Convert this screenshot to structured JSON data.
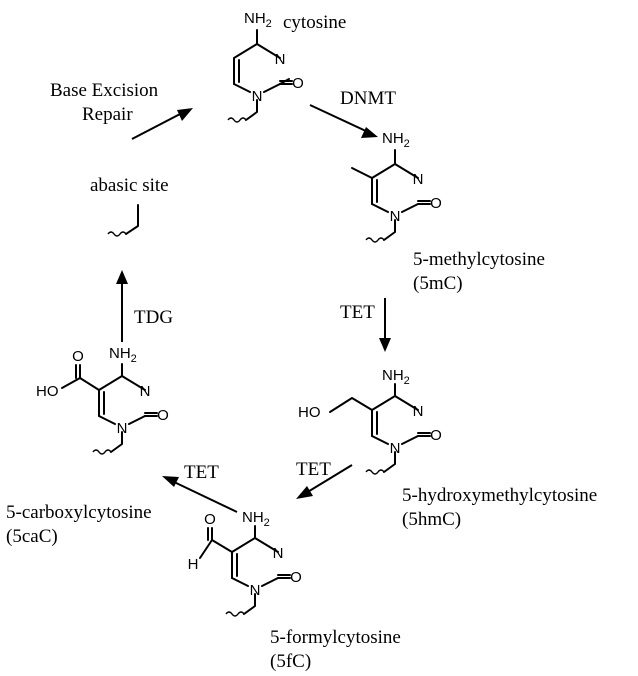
{
  "atoms": {
    "nitrogen": "N",
    "oxygen": "O",
    "hydrogen": "H",
    "amine_main": "NH",
    "amine_sub": "2",
    "hydroxyl": "HO",
    "carboxyl_oh": "HO"
  },
  "molecules": {
    "cytosine": "cytosine",
    "methyl": "5-methylcytosine",
    "methyl_abbr": "(5mC)",
    "hydroxymethyl": "5-hydroxymethylcytosine",
    "hydroxymethyl_abbr": "(5hmC)",
    "formyl": "5-formylcytosine",
    "formyl_abbr": "(5fC)",
    "carboxyl": "5-carboxylcytosine",
    "carboxyl_abbr": "(5caC)",
    "abasic": "abasic site"
  },
  "enzymes": {
    "dnmt": "DNMT",
    "tet_1": "TET",
    "tet_2": "TET",
    "tet_3": "TET",
    "tdg": "TDG",
    "ber_line1": "Base Excision",
    "ber_line2": "Repair"
  }
}
